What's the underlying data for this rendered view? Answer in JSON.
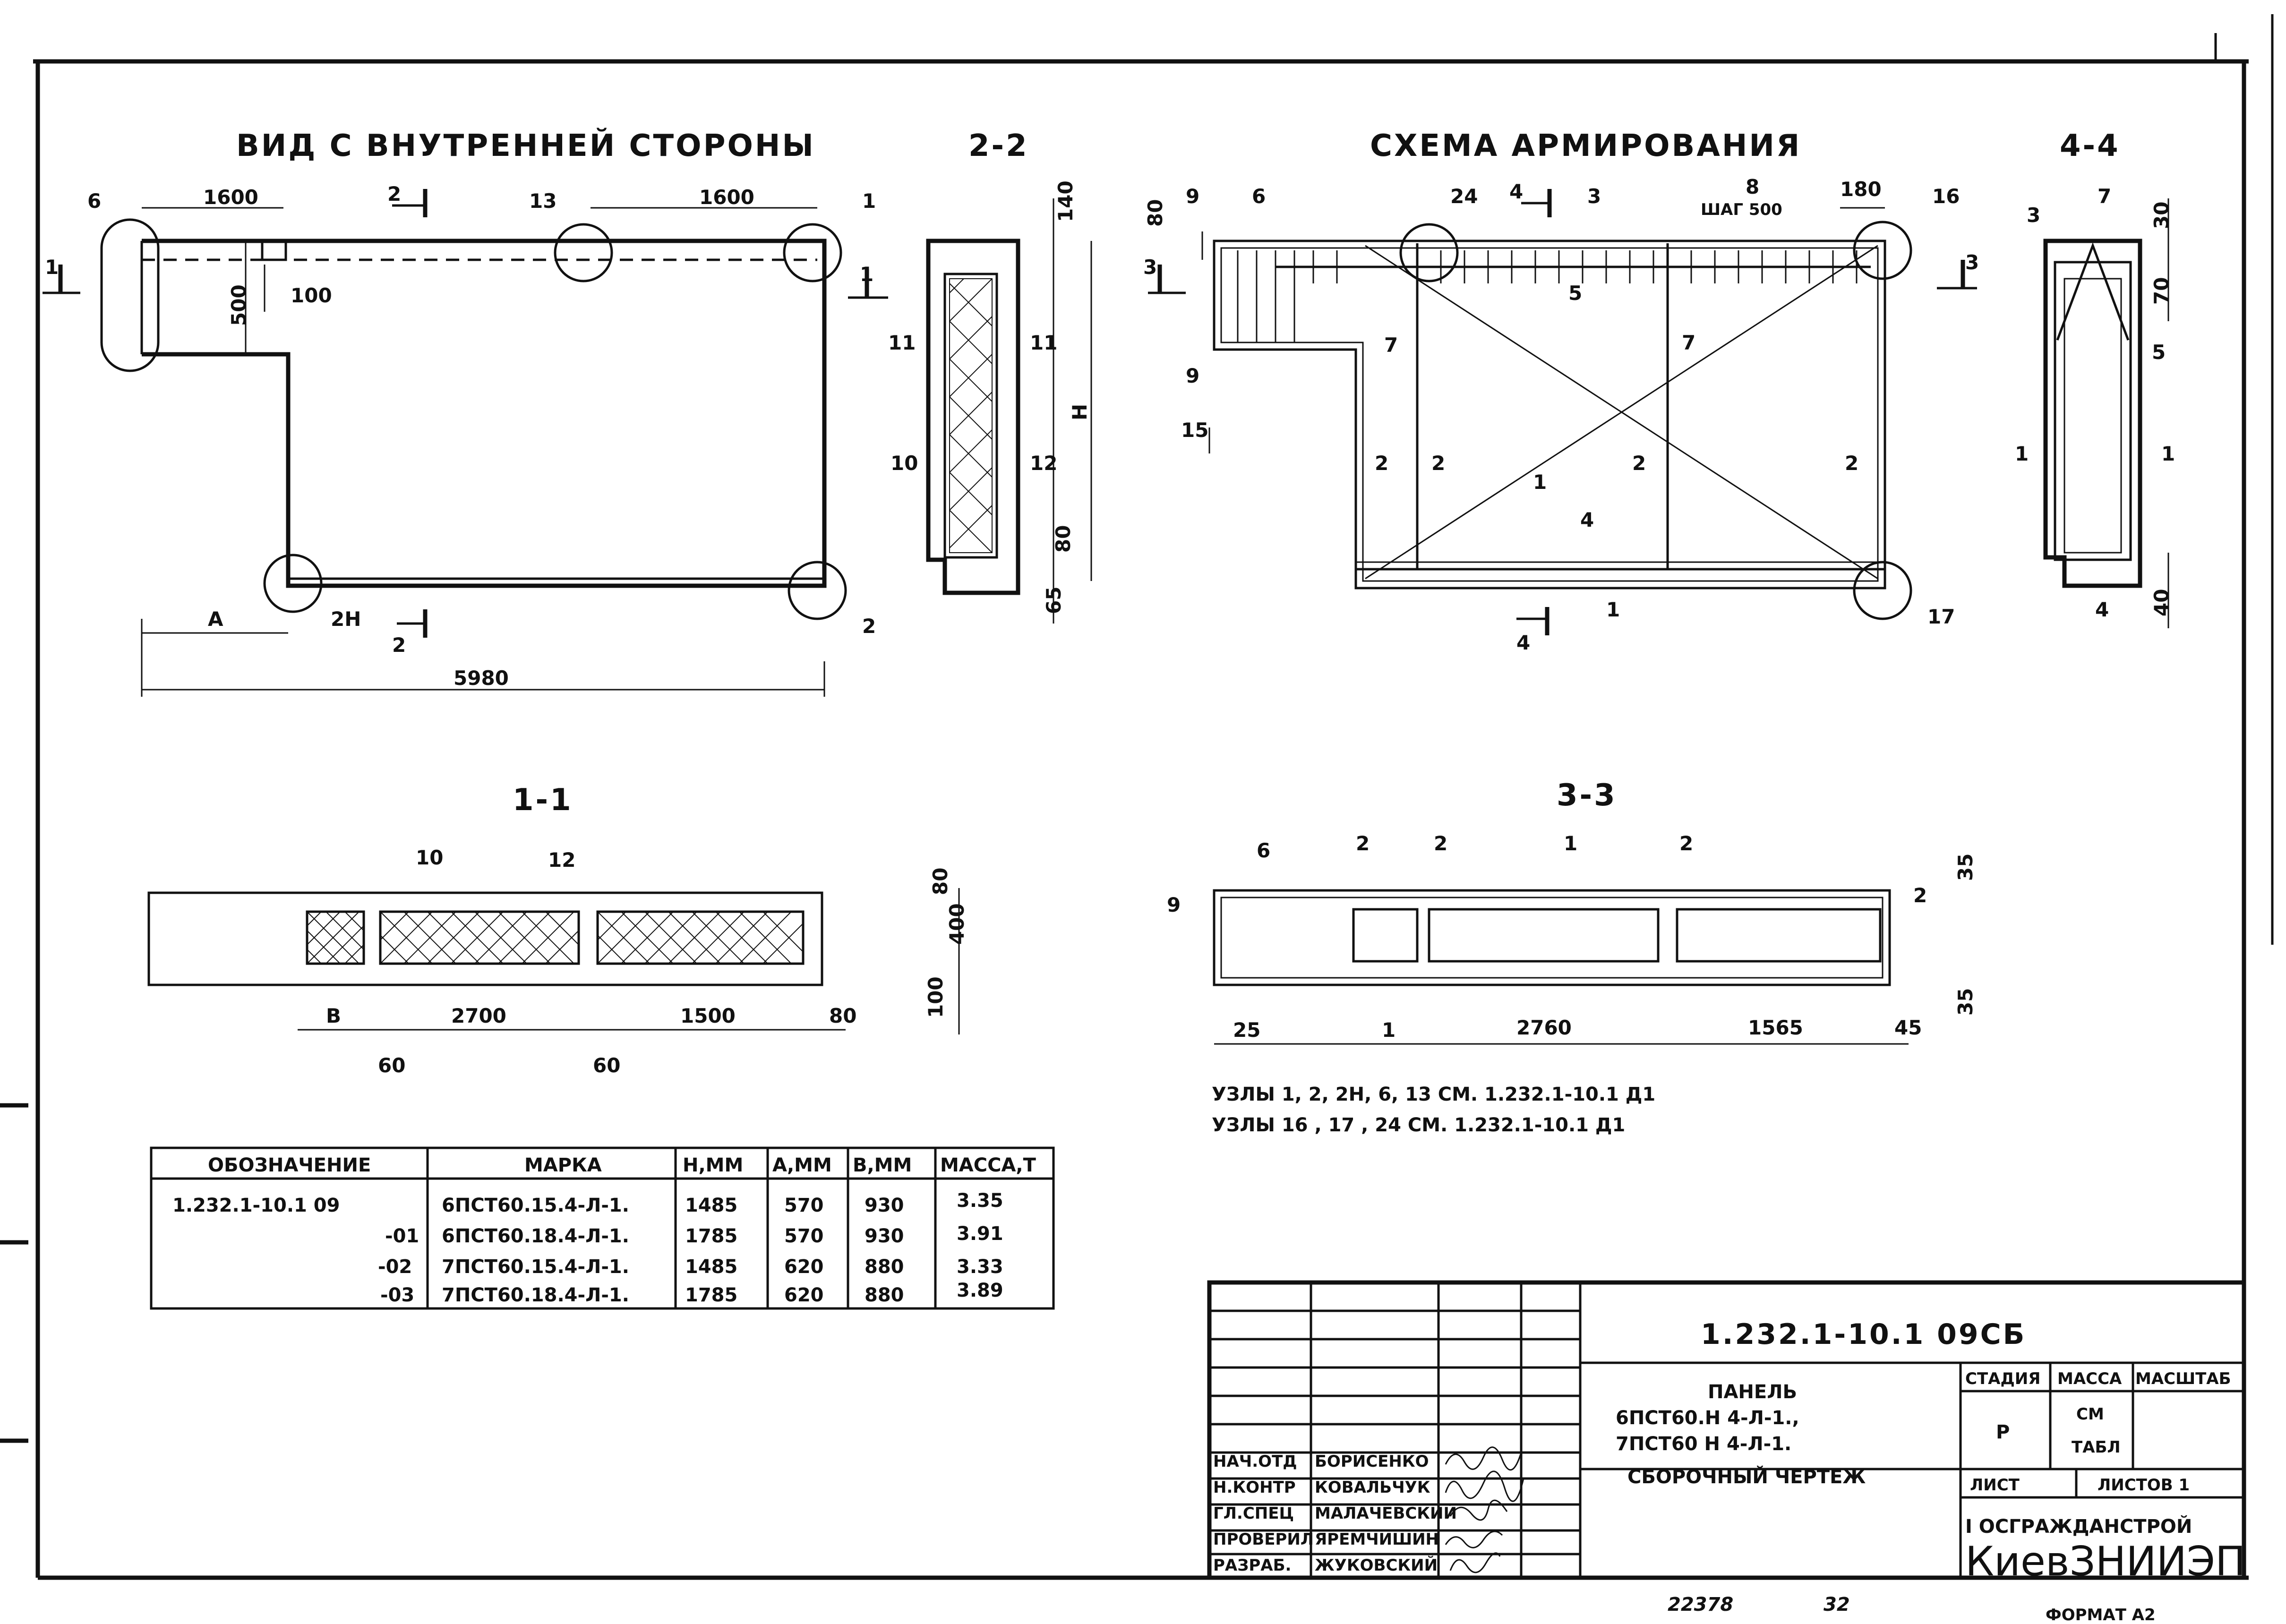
{
  "views": {
    "inner_view_title": "ВИД С ВНУТРЕННЕЙ СТОРОНЫ",
    "section_2_2_title": "2-2",
    "reinforcement_title": "СХЕМА АРМИРОВАНИЯ",
    "section_4_4_title": "4-4",
    "section_1_1_title": "1-1",
    "section_3_3_title": "3-3"
  },
  "inner_view": {
    "dims": [
      "1600",
      "1600",
      "500",
      "100",
      "А",
      "5980"
    ],
    "callouts": [
      "6",
      "13",
      "1",
      "2Н",
      "2"
    ],
    "section_marks": [
      "1",
      "1",
      "2",
      "2"
    ]
  },
  "section_2_2": {
    "dims": [
      "140",
      "Н",
      "80",
      "65"
    ],
    "callouts": [
      "11",
      "11",
      "10",
      "12"
    ]
  },
  "reinforcement": {
    "dims": [
      "80",
      "180",
      "15"
    ],
    "step": "ШАГ 500",
    "callouts": [
      "9",
      "6",
      "24",
      "3",
      "8",
      "16",
      "7",
      "7",
      "5",
      "9",
      "2",
      "2",
      "1",
      "2",
      "2",
      "4",
      "1",
      "17"
    ],
    "section_marks": [
      "3",
      "3",
      "4",
      "4"
    ]
  },
  "section_4_4": {
    "dims": [
      "30",
      "70",
      "40"
    ],
    "callouts": [
      "3",
      "7",
      "5",
      "1",
      "1",
      "4"
    ]
  },
  "section_1_1": {
    "dims": [
      "В",
      "2700",
      "1500",
      "80",
      "60",
      "60",
      "80",
      "400",
      "100"
    ],
    "callouts": [
      "10",
      "12"
    ]
  },
  "section_3_3": {
    "dims": [
      "25",
      "2760",
      "1565",
      "45",
      "35",
      "35"
    ],
    "callouts": [
      "6",
      "2",
      "2",
      "1",
      "2",
      "9",
      "2",
      "1"
    ]
  },
  "notes": [
    "УЗЛЫ  1, 2, 2Н, 6, 13  СМ.  1.232.1-10.1 Д1",
    "УЗЛЫ  16 , 17 , 24     СМ.  1.232.1-10.1 Д1"
  ],
  "spec_table": {
    "headers": [
      "ОБОЗНАЧЕНИЕ",
      "МАРКА",
      "Н,ММ",
      "А,ММ",
      "В,ММ",
      "МАССА,Т"
    ],
    "rows": [
      [
        "1.232.1-10.1 09",
        "6ПСТ60.15.4-Л-1.",
        "1485",
        "570",
        "930",
        "3.35"
      ],
      [
        "-01",
        "6ПСТ60.18.4-Л-1.",
        "1785",
        "570",
        "930",
        "3.91"
      ],
      [
        "-02",
        "7ПСТ60.15.4-Л-1.",
        "1485",
        "620",
        "880",
        "3.33"
      ],
      [
        "-03",
        "7ПСТ60.18.4-Л-1.",
        "1785",
        "620",
        "880",
        "3.89"
      ]
    ]
  },
  "title_block": {
    "code": "1.232.1-10.1 09СБ",
    "name_lines": [
      "ПАНЕЛЬ",
      "6ПСТ60.Н  4-Л-1.,",
      "7ПСТ60 Н  4-Л-1.",
      "СБОРОЧНЫЙ  ЧЕРТЕЖ"
    ],
    "stage_header": "СТАДИЯ",
    "mass_header": "МАССА",
    "scale_header": "МАСШТАБ",
    "stage": "Р",
    "mass_lines": [
      "СМ",
      "ТАБЛ"
    ],
    "sheet_label": "ЛИСТ",
    "sheets_label": "ЛИСТОВ  1",
    "org_line1": "I ОСГРАЖДАНСТРОЙ",
    "org_line2": "КиевЗНИИЭП",
    "roles": [
      "НАЧ.ОТД",
      "Н.КОНТР",
      "ГЛ.СПЕЦ",
      "ПРОВЕРИЛ",
      "РАЗРАБ."
    ],
    "names": [
      "БОРИСЕНКО",
      "КОВАЛЬЧУК",
      "МАЛАЧЕВСКИЙ",
      "ЯРЕМЧИШИН",
      "ЖУКОВСКИЙ"
    ]
  },
  "footer": {
    "inv_no": "22378",
    "page_no": "32",
    "format": "ФОРМАТ А2"
  }
}
